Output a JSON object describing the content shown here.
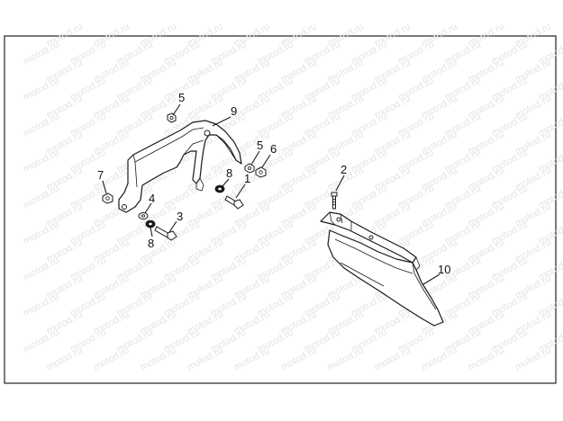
{
  "watermark": {
    "text": "motod.ru"
  },
  "callouts": [
    {
      "id": "c5a",
      "label": "5"
    },
    {
      "id": "c9",
      "label": "9"
    },
    {
      "id": "c5b",
      "label": "5"
    },
    {
      "id": "c6",
      "label": "6"
    },
    {
      "id": "c7",
      "label": "7"
    },
    {
      "id": "c8a",
      "label": "8"
    },
    {
      "id": "c1",
      "label": "1"
    },
    {
      "id": "c4",
      "label": "4"
    },
    {
      "id": "c3",
      "label": "3"
    },
    {
      "id": "c8b",
      "label": "8"
    },
    {
      "id": "c2",
      "label": "2"
    },
    {
      "id": "c10",
      "label": "10"
    }
  ]
}
